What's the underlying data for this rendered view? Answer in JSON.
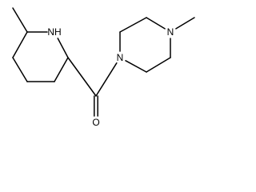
{
  "molecule": {
    "atoms": [
      {
        "id": "c_methyl_left",
        "element": "C"
      },
      {
        "id": "c6_pip",
        "element": "C"
      },
      {
        "id": "n1_pip",
        "element": "N",
        "label": "NH"
      },
      {
        "id": "c2_pip",
        "element": "C"
      },
      {
        "id": "c3_pip",
        "element": "C"
      },
      {
        "id": "c4_pip",
        "element": "C"
      },
      {
        "id": "c5_pip",
        "element": "C"
      },
      {
        "id": "c_carbonyl",
        "element": "C"
      },
      {
        "id": "o_carbonyl",
        "element": "O",
        "label": "O"
      },
      {
        "id": "n1_pz",
        "element": "N",
        "label": "N"
      },
      {
        "id": "c2_pz",
        "element": "C"
      },
      {
        "id": "c3_pz",
        "element": "C"
      },
      {
        "id": "n4_pz",
        "element": "N",
        "label": "N"
      },
      {
        "id": "c5_pz",
        "element": "C"
      },
      {
        "id": "c6_pz",
        "element": "C"
      },
      {
        "id": "c_methyl_right",
        "element": "C"
      }
    ],
    "bonds": [
      {
        "from": "c_methyl_left",
        "to": "c6_pip",
        "order": 1
      },
      {
        "from": "c6_pip",
        "to": "n1_pip",
        "order": 1
      },
      {
        "from": "n1_pip",
        "to": "c2_pip",
        "order": 1
      },
      {
        "from": "c2_pip",
        "to": "c3_pip",
        "order": 1
      },
      {
        "from": "c3_pip",
        "to": "c4_pip",
        "order": 1
      },
      {
        "from": "c4_pip",
        "to": "c5_pip",
        "order": 1
      },
      {
        "from": "c5_pip",
        "to": "c6_pip",
        "order": 1
      },
      {
        "from": "c2_pip",
        "to": "c_carbonyl",
        "order": 1
      },
      {
        "from": "c_carbonyl",
        "to": "o_carbonyl",
        "order": 2
      },
      {
        "from": "c_carbonyl",
        "to": "n1_pz",
        "order": 1
      },
      {
        "from": "n1_pz",
        "to": "c2_pz",
        "order": 1
      },
      {
        "from": "c2_pz",
        "to": "c3_pz",
        "order": 1
      },
      {
        "from": "c3_pz",
        "to": "n4_pz",
        "order": 1
      },
      {
        "from": "n4_pz",
        "to": "c5_pz",
        "order": 1
      },
      {
        "from": "c5_pz",
        "to": "c6_pz",
        "order": 1
      },
      {
        "from": "c6_pz",
        "to": "n1_pz",
        "order": 1
      },
      {
        "from": "n4_pz",
        "to": "c_methyl_right",
        "order": 1
      }
    ]
  }
}
